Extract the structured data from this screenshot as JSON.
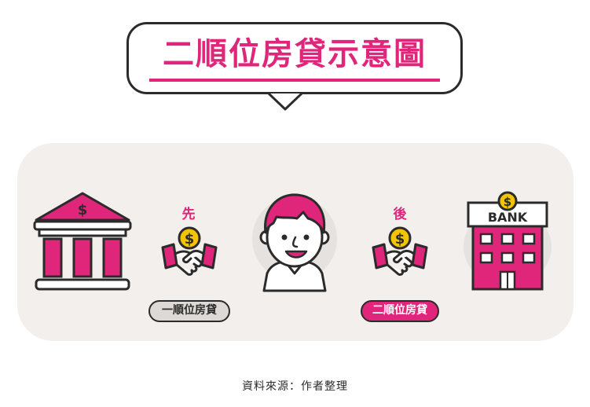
{
  "title": "二順位房貸示意圖",
  "steps": {
    "first": "先",
    "second": "後"
  },
  "loans": {
    "first": "一順位房貸",
    "second": "二順位房貸"
  },
  "bank_sign": "BANK",
  "currency_symbol": "$",
  "source": "資料來源：作者整理",
  "colors": {
    "accent": "#e0267a",
    "outline": "#2b2b2b",
    "coin": "#f5c400",
    "panel": "#f2efec"
  }
}
